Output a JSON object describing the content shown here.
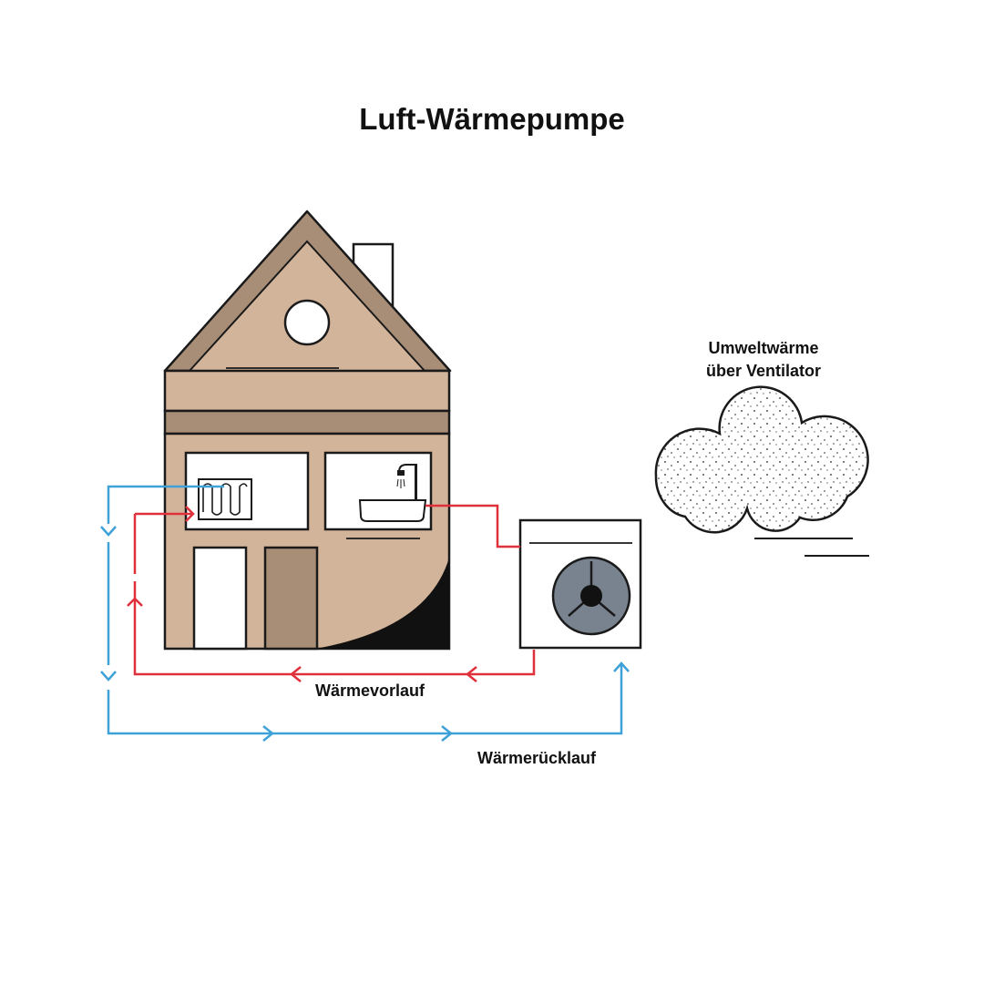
{
  "title": "Luft-Wärmepumpe",
  "labels": {
    "environment_heat_line1": "Umweltwärme",
    "environment_heat_line2": "über Ventilator",
    "flow": "Wärmevorlauf",
    "return": "Wärmerücklauf"
  },
  "colors": {
    "house_wall": "#D2B49A",
    "house_roof_dark": "#A98E77",
    "door_brown": "#A98E77",
    "outline": "#1A1A1A",
    "flow_line": "#E0303C",
    "return_line": "#3EA1D8",
    "fan_disc": "#78838F",
    "cloud_speckle": "#222222"
  }
}
